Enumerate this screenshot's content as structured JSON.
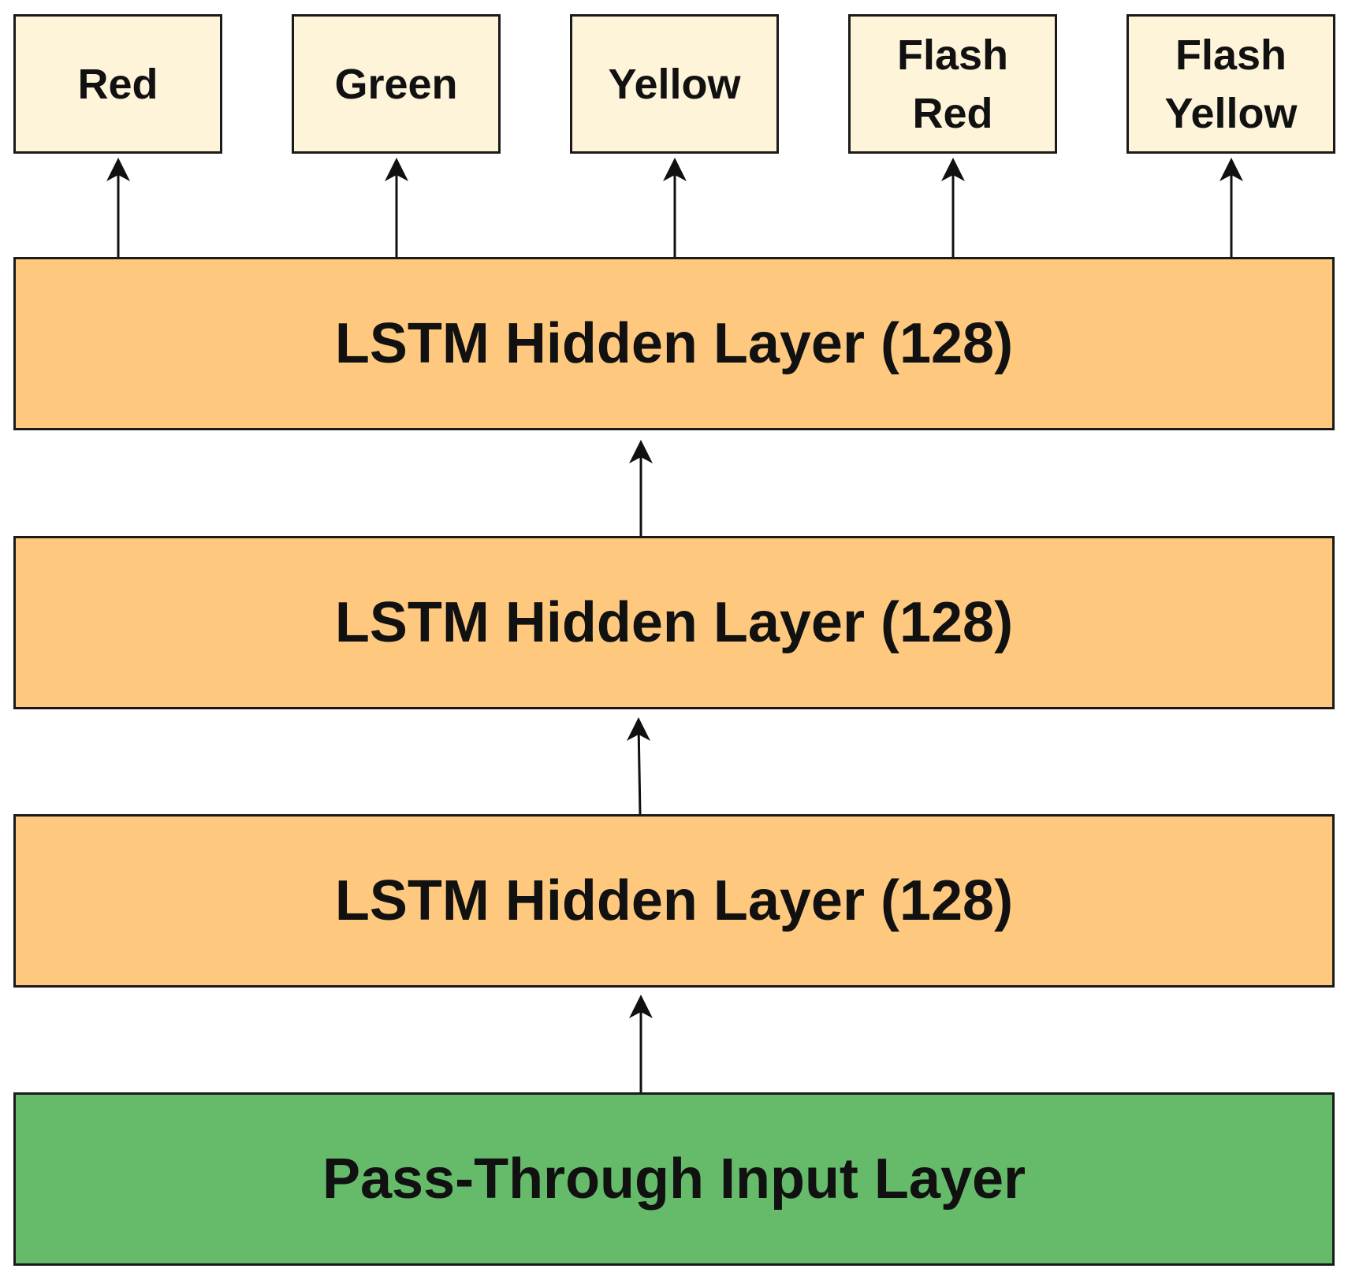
{
  "outputs": [
    {
      "label": "Red"
    },
    {
      "label": "Green"
    },
    {
      "label": "Yellow"
    },
    {
      "label": "Flash Red"
    },
    {
      "label": "Flash Yellow"
    }
  ],
  "hidden_layers": [
    {
      "label": "LSTM Hidden Layer (128)"
    },
    {
      "label": "LSTM Hidden Layer (128)"
    },
    {
      "label": "LSTM Hidden Layer (128)"
    }
  ],
  "input_layer": {
    "label": "Pass-Through Input Layer"
  },
  "colors": {
    "output_fill": "#fdf4d9",
    "hidden_fill": "#fec97f",
    "input_fill": "#66bb6a",
    "stroke": "#1a1a1a"
  }
}
